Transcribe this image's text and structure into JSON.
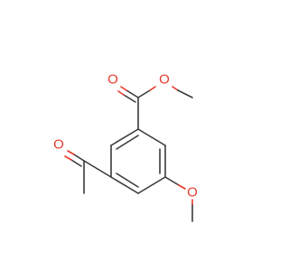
{
  "molecule": {
    "atoms": {
      "carbonyl_o_ester": {
        "label": "O",
        "color": "#e8392a"
      },
      "ester_o": {
        "label": "O",
        "color": "#e8392a"
      },
      "ketone_o": {
        "label": "O",
        "color": "#e8392a"
      },
      "methoxy_o": {
        "label": "O",
        "color": "#e8392a"
      }
    },
    "bond_color": "#3a3a3a",
    "heteroatom_bond_color": "#e8392a"
  }
}
